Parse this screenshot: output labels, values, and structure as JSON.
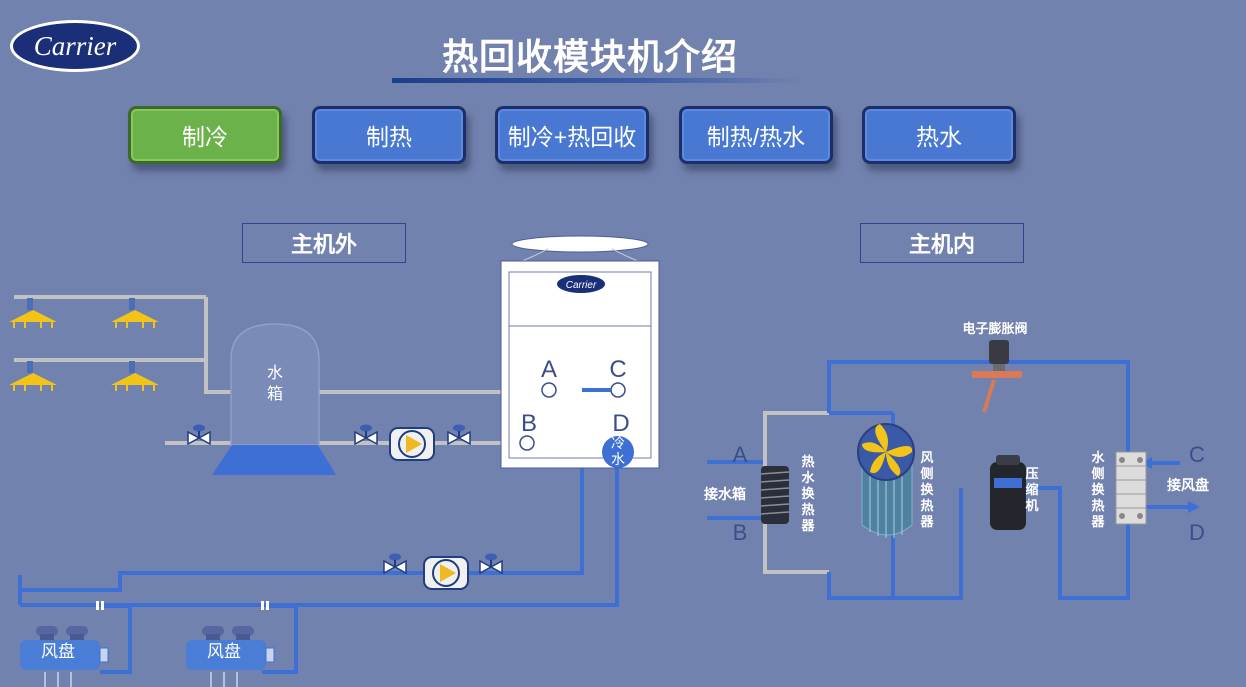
{
  "logo_text": "Carrier",
  "title": "热回收模块机介绍",
  "tabs": [
    {
      "label": "制冷",
      "active": true
    },
    {
      "label": "制热",
      "active": false
    },
    {
      "label": "制冷+热回收",
      "active": false
    },
    {
      "label": "制热/热水",
      "active": false
    },
    {
      "label": "热水",
      "active": false
    }
  ],
  "outdoor_label": "主机外",
  "indoor_label": "主机内",
  "unit_logo": "Carrier",
  "tank_line1": "水",
  "tank_line2": "箱",
  "ports": {
    "a": "A",
    "b": "B",
    "c": "C",
    "d": "D"
  },
  "cold_water_1": "冷",
  "cold_water_2": "水",
  "fan_coil_label": "风盘",
  "inner": {
    "expansion_valve": "电子膨胀阀",
    "hot_water_hx": "热水换热器",
    "air_hx": "风侧换热器",
    "compressor": "压缩机",
    "water_hx": "水侧换热器",
    "to_tank": "接水箱",
    "to_fan_coil": "接风盘",
    "port_a": "A",
    "port_b": "B",
    "port_c": "C",
    "port_d": "D"
  },
  "colors": {
    "background": "#7282ae",
    "pipe_blue": "#3d6fd4",
    "pipe_gray": "#c0c0c0",
    "tab_active": "#6cb24a",
    "tab_default": "#4878d2"
  }
}
